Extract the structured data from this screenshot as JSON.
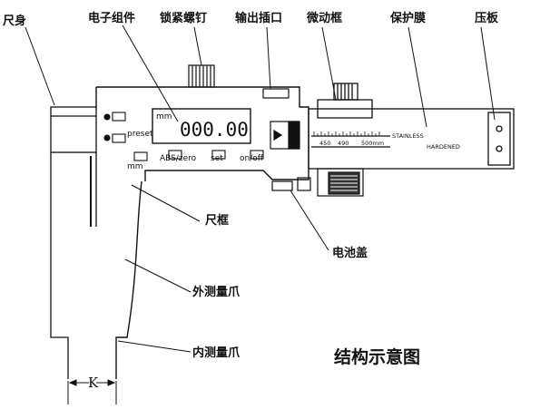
{
  "labels": {
    "ruler_body": "尺身",
    "electronic_unit": "电子组件",
    "lock_screw": "锁紧螺钉",
    "output_socket": "输出插口",
    "fine_adjust_frame": "微动框",
    "protective_film": "保护膜",
    "pressure_plate": "压板",
    "ruler_frame": "尺框",
    "outer_jaw": "外测量爪",
    "battery_cover": "电池盖",
    "inner_jaw": "内测量爪",
    "k_dimension": "K"
  },
  "title": "结构示意图",
  "display": {
    "unit": "mm",
    "reading": "000.00"
  },
  "buttons": {
    "preset": "preset",
    "mm": "mm",
    "abs_zero": "ABS/zero",
    "set": "set",
    "on_off": "on/off"
  },
  "scale": {
    "marks": [
      "450",
      "490",
      "500mm"
    ],
    "stainless": "STAINLESS",
    "hardened": "HARDENED"
  }
}
